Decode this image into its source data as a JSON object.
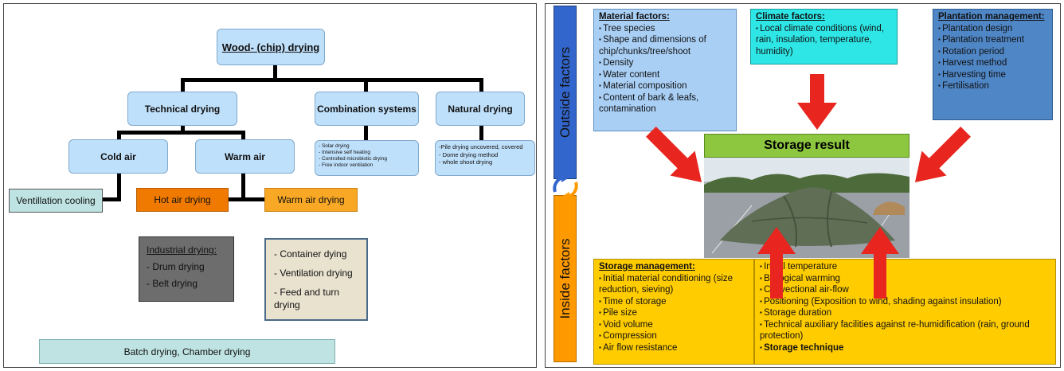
{
  "left_diagram": {
    "root": "Wood- (chip) drying",
    "technical": "Technical drying",
    "combination": "Combination systems",
    "natural": "Natural drying",
    "cold_air": "Cold air",
    "warm_air": "Warm air",
    "combination_items": [
      "- Solar drying",
      "- Intensive self heating",
      "- Controlled microbiotic drying",
      "- Free indoor ventilation"
    ],
    "natural_items": [
      "-Pile drying uncovered, covered",
      "- Dome drying method",
      "- whole shoot drying"
    ],
    "ventillation_cooling": "Ventillation cooling",
    "hot_air_drying": "Hot air drying",
    "warm_air_drying": "Warm air drying",
    "industrial": {
      "title": "Industrial drying:",
      "items": [
        "- Drum drying",
        "- Belt drying"
      ]
    },
    "container_items": [
      "- Container dying",
      "- Ventilation drying",
      "- Feed and turn drying"
    ],
    "batch": "Batch drying, Chamber drying",
    "colors": {
      "node": "#bfe0fb",
      "orange_dark": "#f07a00",
      "orange_light": "#f9a825",
      "grey": "#6d6d6d",
      "beige": "#e9e2cf",
      "teal": "#bfe3e3"
    }
  },
  "right_diagram": {
    "outside_label": "Outside factors",
    "inside_label": "Inside factors",
    "material": {
      "title": "Material factors:",
      "items": [
        "Tree species",
        "Shape and dimensions of chip/chunks/tree/shoot",
        "Density",
        "Water content",
        "Material composition",
        "Content of bark & leafs, contamination"
      ]
    },
    "climate": {
      "title": "Climate factors:",
      "items": [
        "Local climate conditions (wind, rain, insulation, temperature, humidity)"
      ]
    },
    "plantation": {
      "title": "Plantation management:",
      "items": [
        "Plantation design",
        "Plantation treatment",
        "Rotation period",
        "Harvest method",
        "Harvesting time",
        "Fertilisation"
      ]
    },
    "storage_result": "Storage result",
    "storage_mgmt": {
      "title": "Storage management:",
      "items": [
        "Initial material conditioning (size reduction, sieving)",
        "Time of storage",
        "Pile size",
        "Void volume",
        "Compression",
        "Air flow resistance"
      ]
    },
    "storage_factors": {
      "items": [
        "Initial temperature",
        "Biological warming",
        "Convectional air-flow",
        "Positioning (Exposition to wind, shading against insulation)",
        "Storage duration",
        "Technical auxiliary facilities against re-humidification (rain, ground protection)"
      ],
      "last": "Storage technique"
    },
    "colors": {
      "material": "#a9cff5",
      "climate": "#2ee6e6",
      "plantation": "#4f86c6",
      "result": "#8dc63f",
      "storage": "#ffcc00",
      "arrow": "#e8261f",
      "outside_bar": "#3366cc",
      "inside_bar": "#ff9900"
    }
  }
}
